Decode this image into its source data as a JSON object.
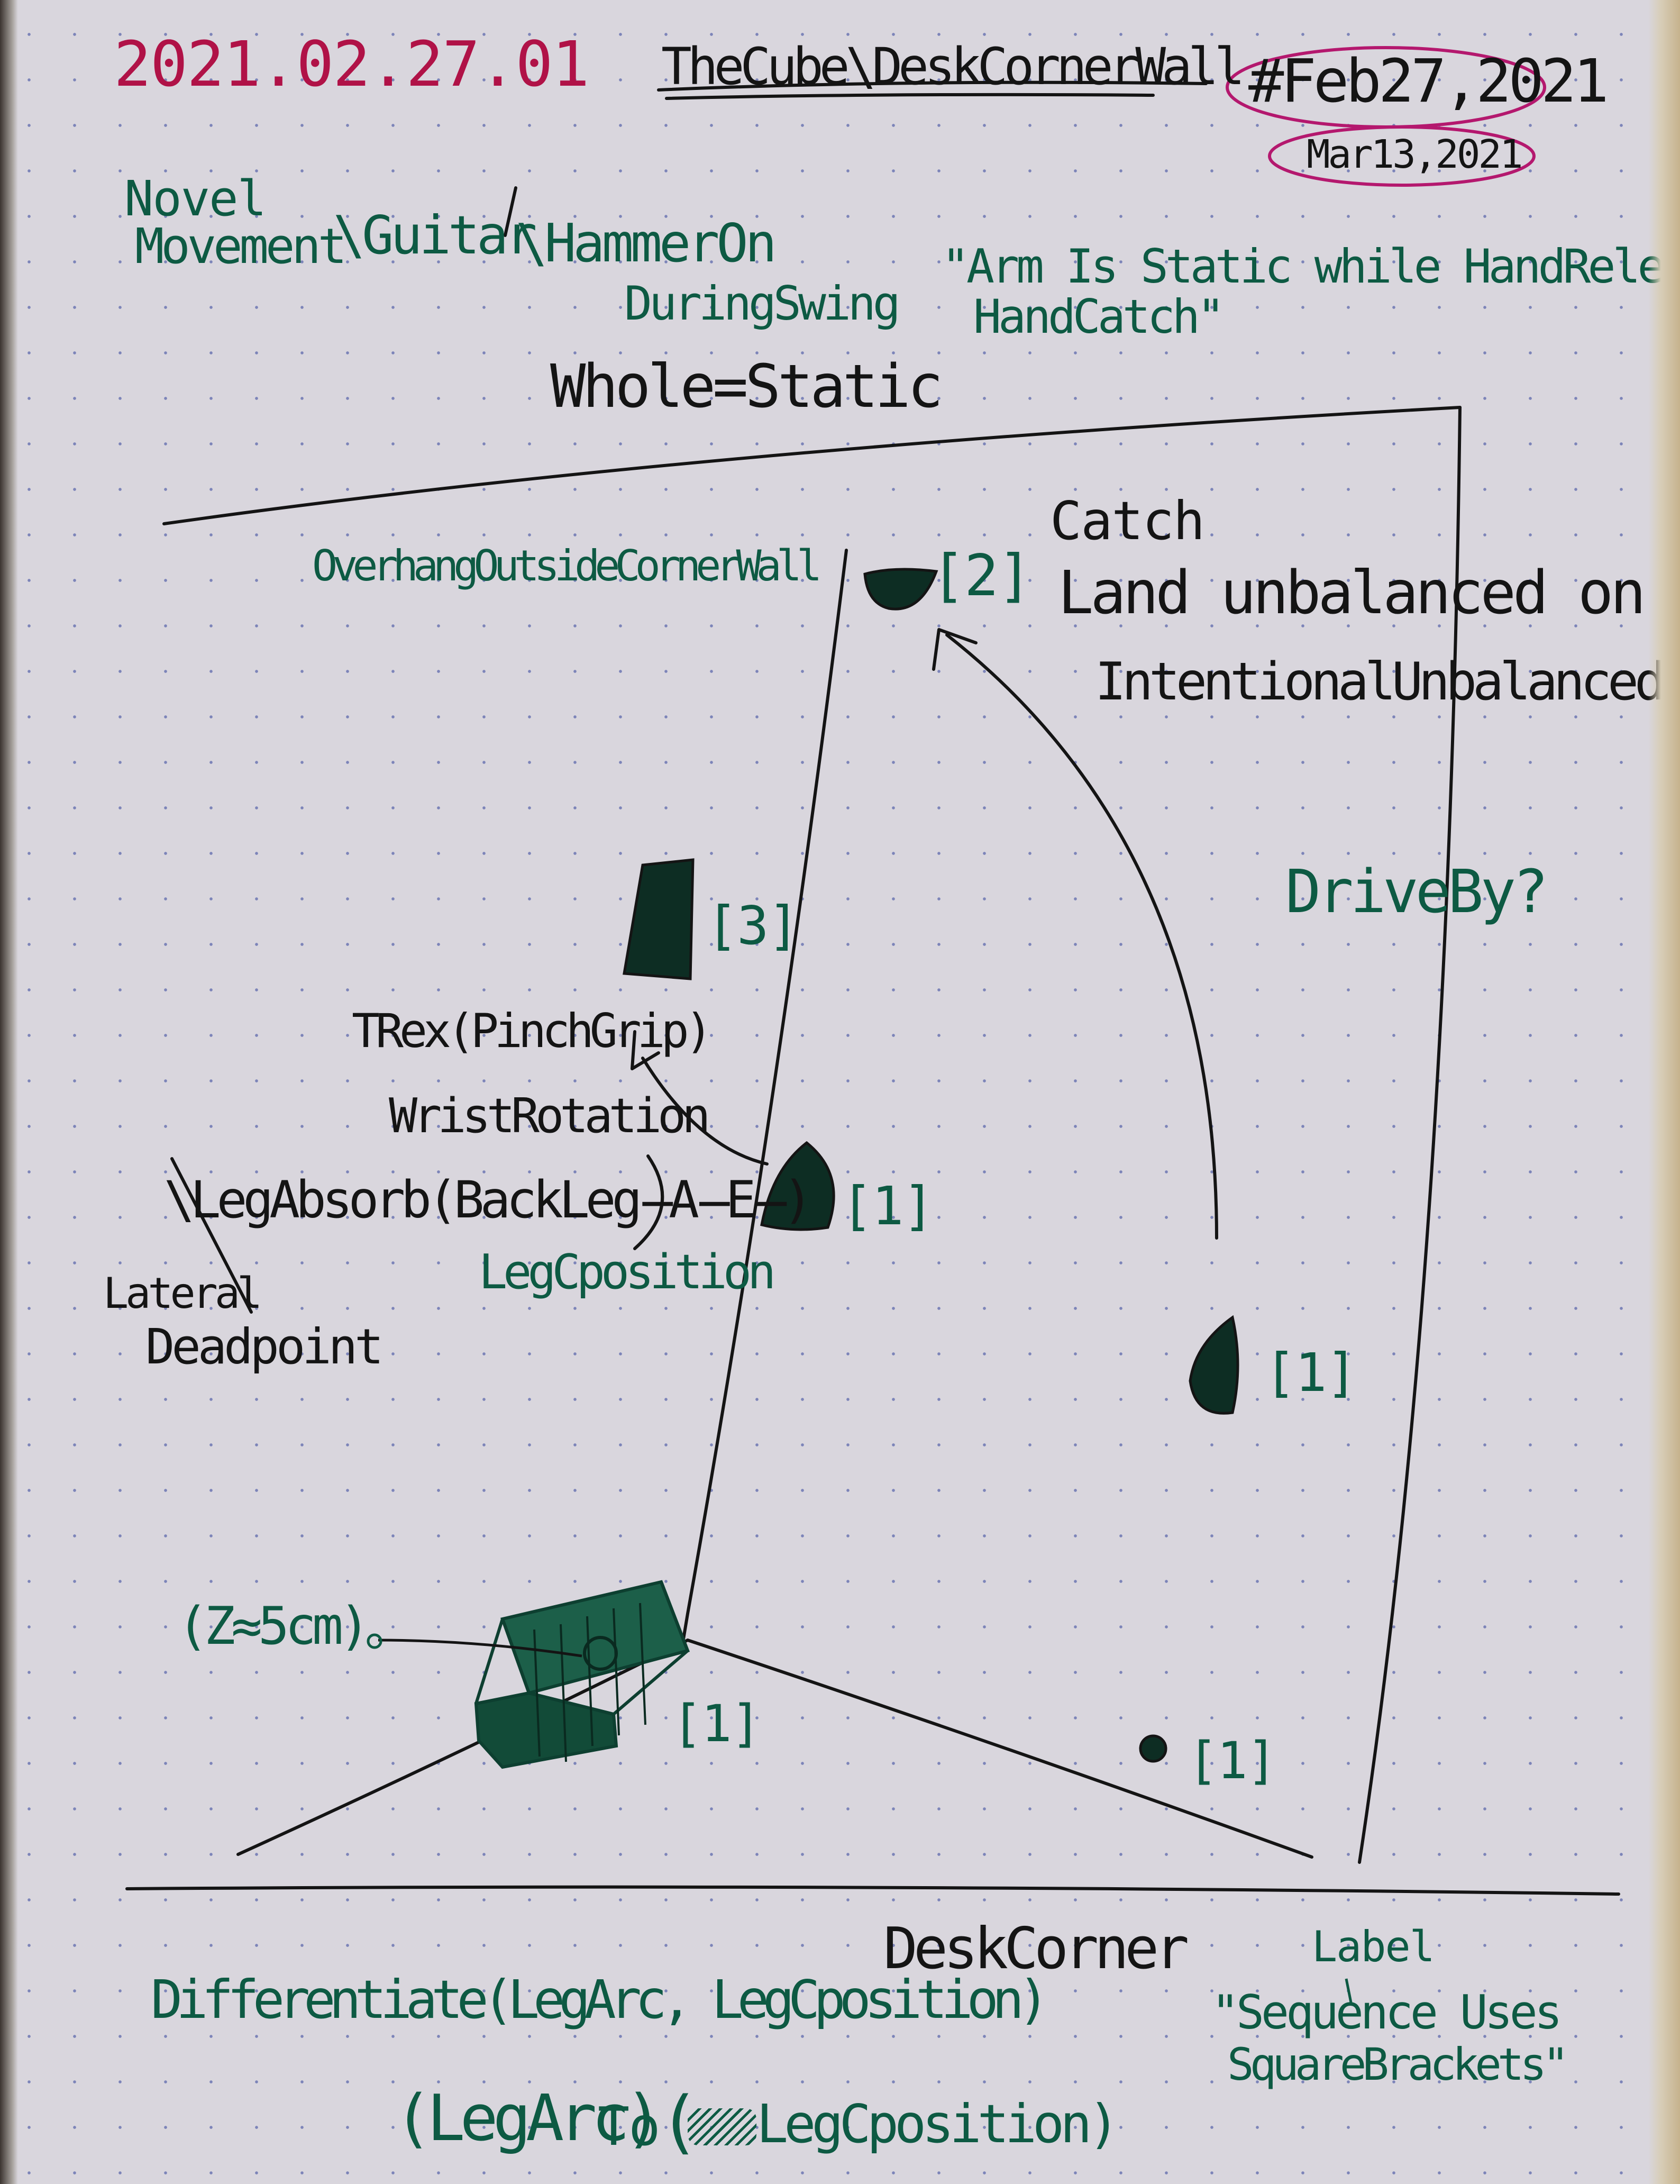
{
  "header": {
    "id": "2021.02.27.01",
    "title": "TheCube\\DeskCornerWall",
    "date_primary": "#Feb27,2021",
    "date_secondary": "Mar13,2021"
  },
  "notes": {
    "novel_movement": [
      "Novel",
      "Movement"
    ],
    "guitar": "\\Guitar",
    "hammer_on": [
      "\\HammerOn",
      "DuringSwing"
    ],
    "whole_static": "Whole=Static",
    "quote_arm": [
      "\"Arm Is Static while HandRelease then",
      "HandCatch\""
    ],
    "overhang": "OverhangOutsideCornerWall",
    "catch": "Catch",
    "land_unbalanced": "Land unbalanced on Purpose",
    "intentional": "IntentionalUnbalanced",
    "drive_by": "DriveBy?",
    "trex": "TRex(PinchGrip)",
    "wrist": "WristRotation",
    "leg_absorb": "\\LegAbsorb(BackLeg̶A̶E̶)",
    "leg_cposition": "LegCposition",
    "lateral": [
      "Lateral",
      "Deadpoint"
    ],
    "z_depth": "(Z≈5cm)",
    "desk_corner": "DeskCorner",
    "label_word": "Label",
    "label_arrow": "v",
    "sequence_quote": [
      "\"Sequence Uses",
      "SquareBrackets\""
    ],
    "differentiate": "Differentiate(LegArc, LegCposition)",
    "leg_arc_to": [
      "(LegArc)",
      "To",
      "(",
      "LegCposition)"
    ]
  },
  "holds": {
    "hold_2": "[2]",
    "hold_3": "[3]",
    "hold_1_mid": "[1]",
    "hold_1_right": "[1]",
    "hold_1_cube": "[1]",
    "hold_1_floor": "[1]"
  },
  "colors": {
    "green_ink": "#0d5a43",
    "black_ink": "#141414",
    "red_ink": "#b01247",
    "magenta_ink": "#b4186e",
    "paper": "#d9d6dd",
    "dot_grid": "#7c84b8"
  }
}
